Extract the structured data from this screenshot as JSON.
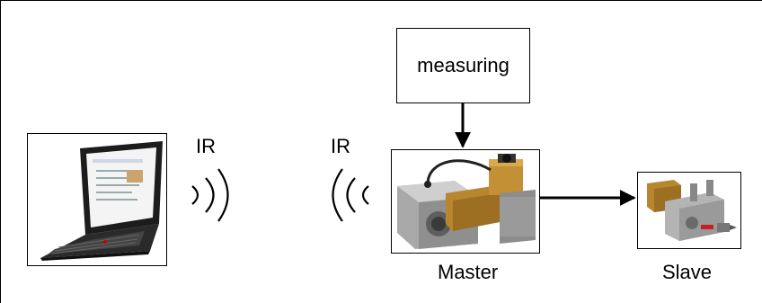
{
  "labels": {
    "ir_left": "IR",
    "ir_right": "IR",
    "measuring": "measuring",
    "master": "Master",
    "slave": "Slave"
  },
  "images": {
    "laptop": "laptop-photo",
    "master_device": "master-valve-photo",
    "slave_device": "slave-valve-photo"
  },
  "colors": {
    "line": "#000000",
    "brass": "#b8862e",
    "steel": "#a8a8a8"
  }
}
